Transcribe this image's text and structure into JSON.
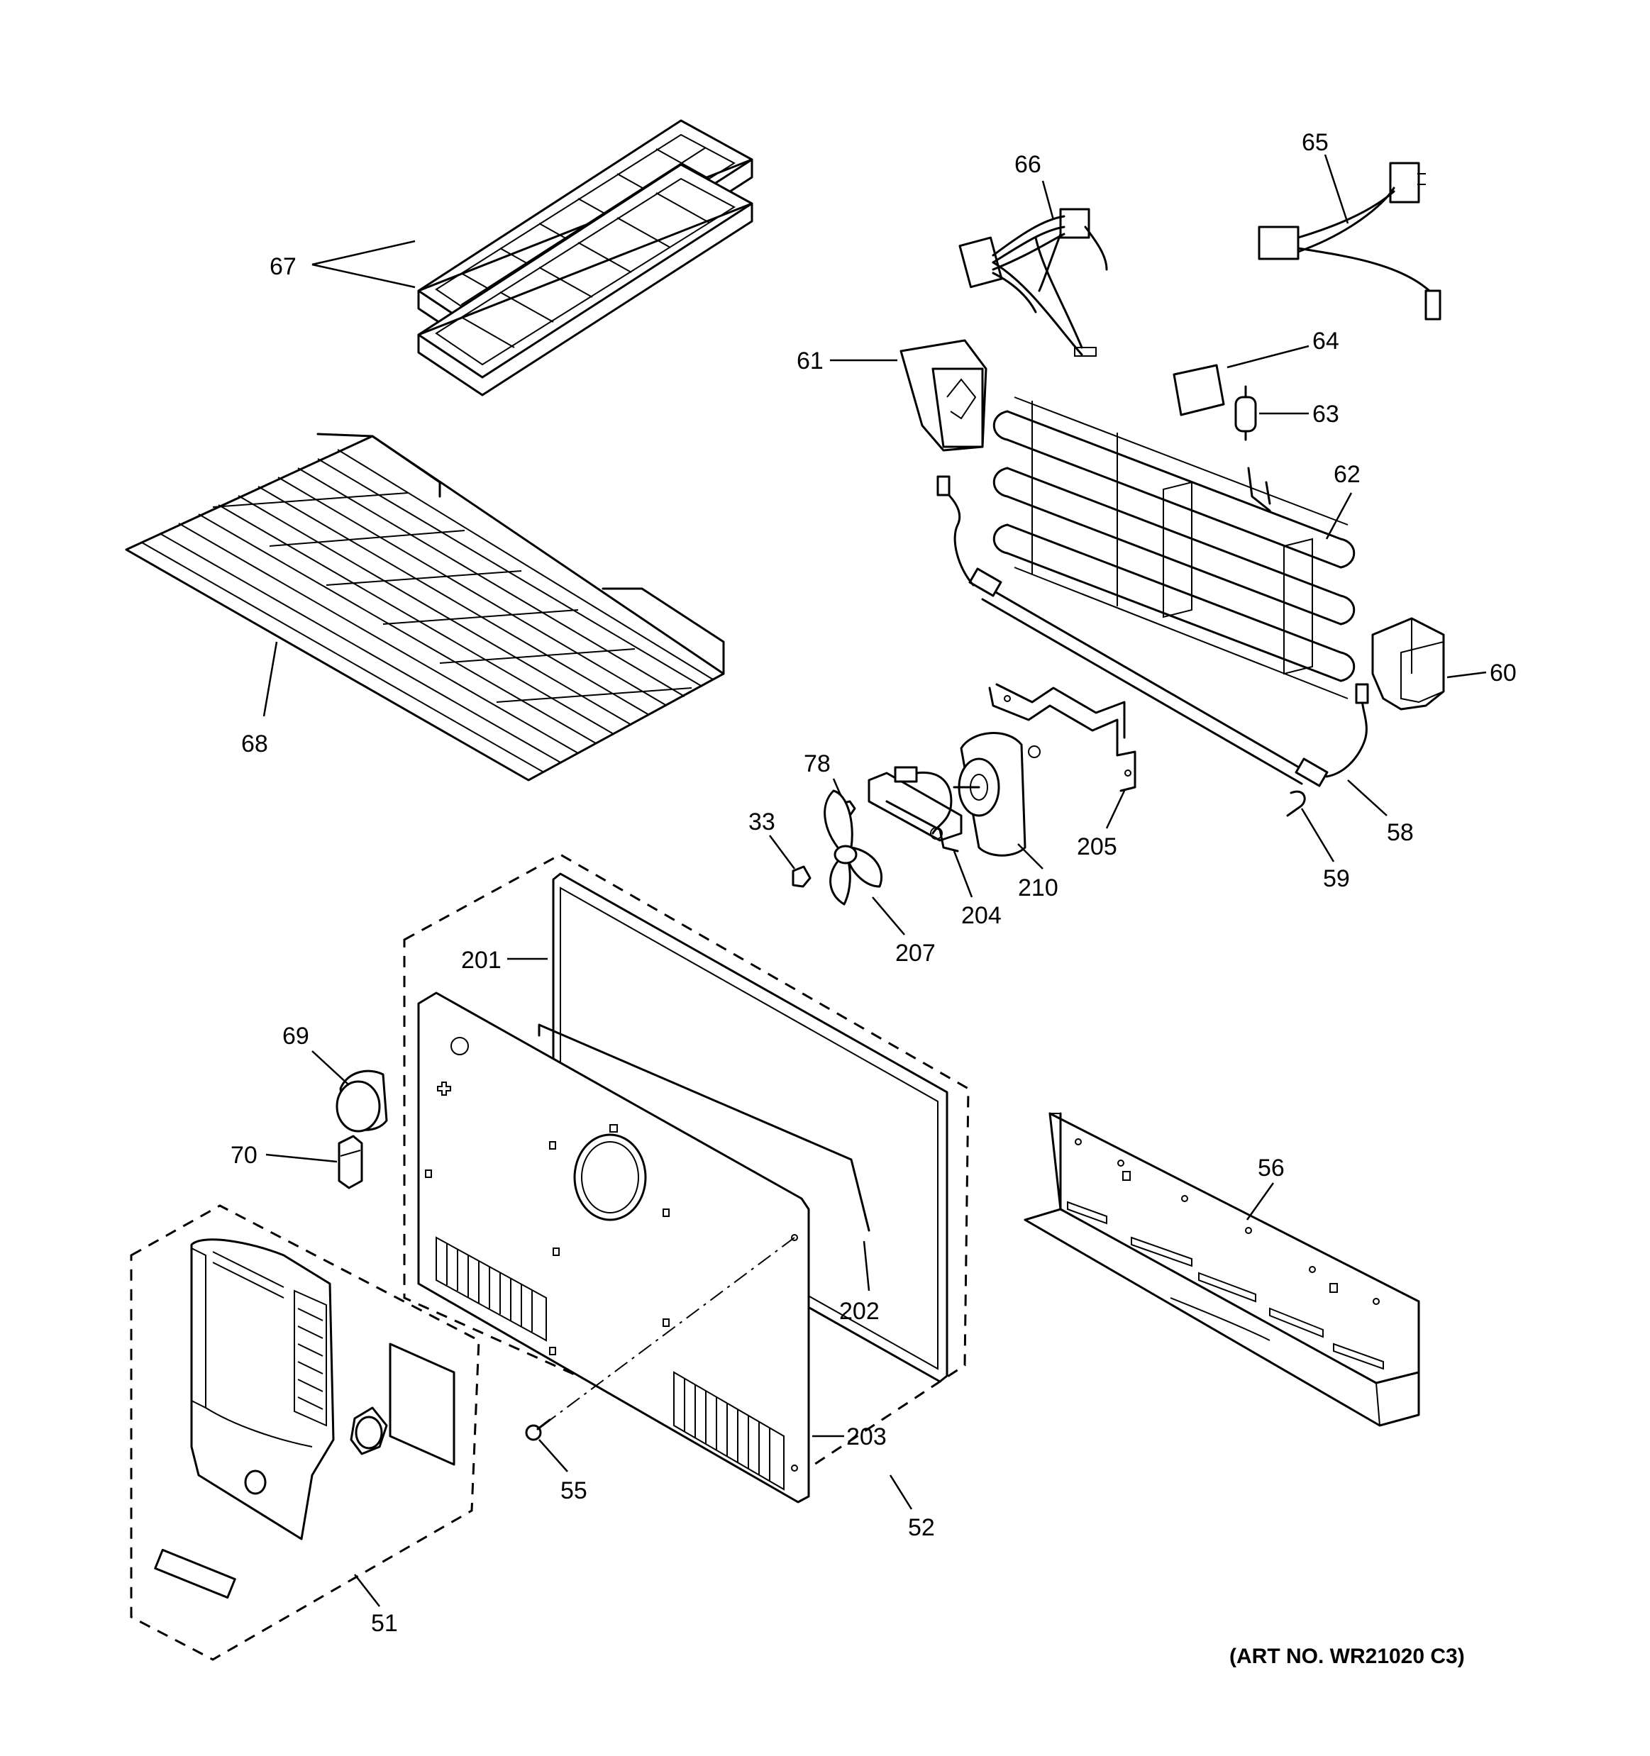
{
  "callouts": {
    "c67": "67",
    "c66": "66",
    "c65": "65",
    "c61": "61",
    "c64": "64",
    "c63": "63",
    "c62": "62",
    "c68": "68",
    "c60": "60",
    "c78": "78",
    "c33": "33",
    "c204": "204",
    "c210": "210",
    "c205": "205",
    "c59": "59",
    "c58": "58",
    "c207": "207",
    "c201": "201",
    "c69": "69",
    "c70": "70",
    "c56": "56",
    "c202": "202",
    "c203": "203",
    "c55": "55",
    "c52": "52",
    "c51": "51"
  },
  "art_number": "(ART NO. WR21020 C3)"
}
